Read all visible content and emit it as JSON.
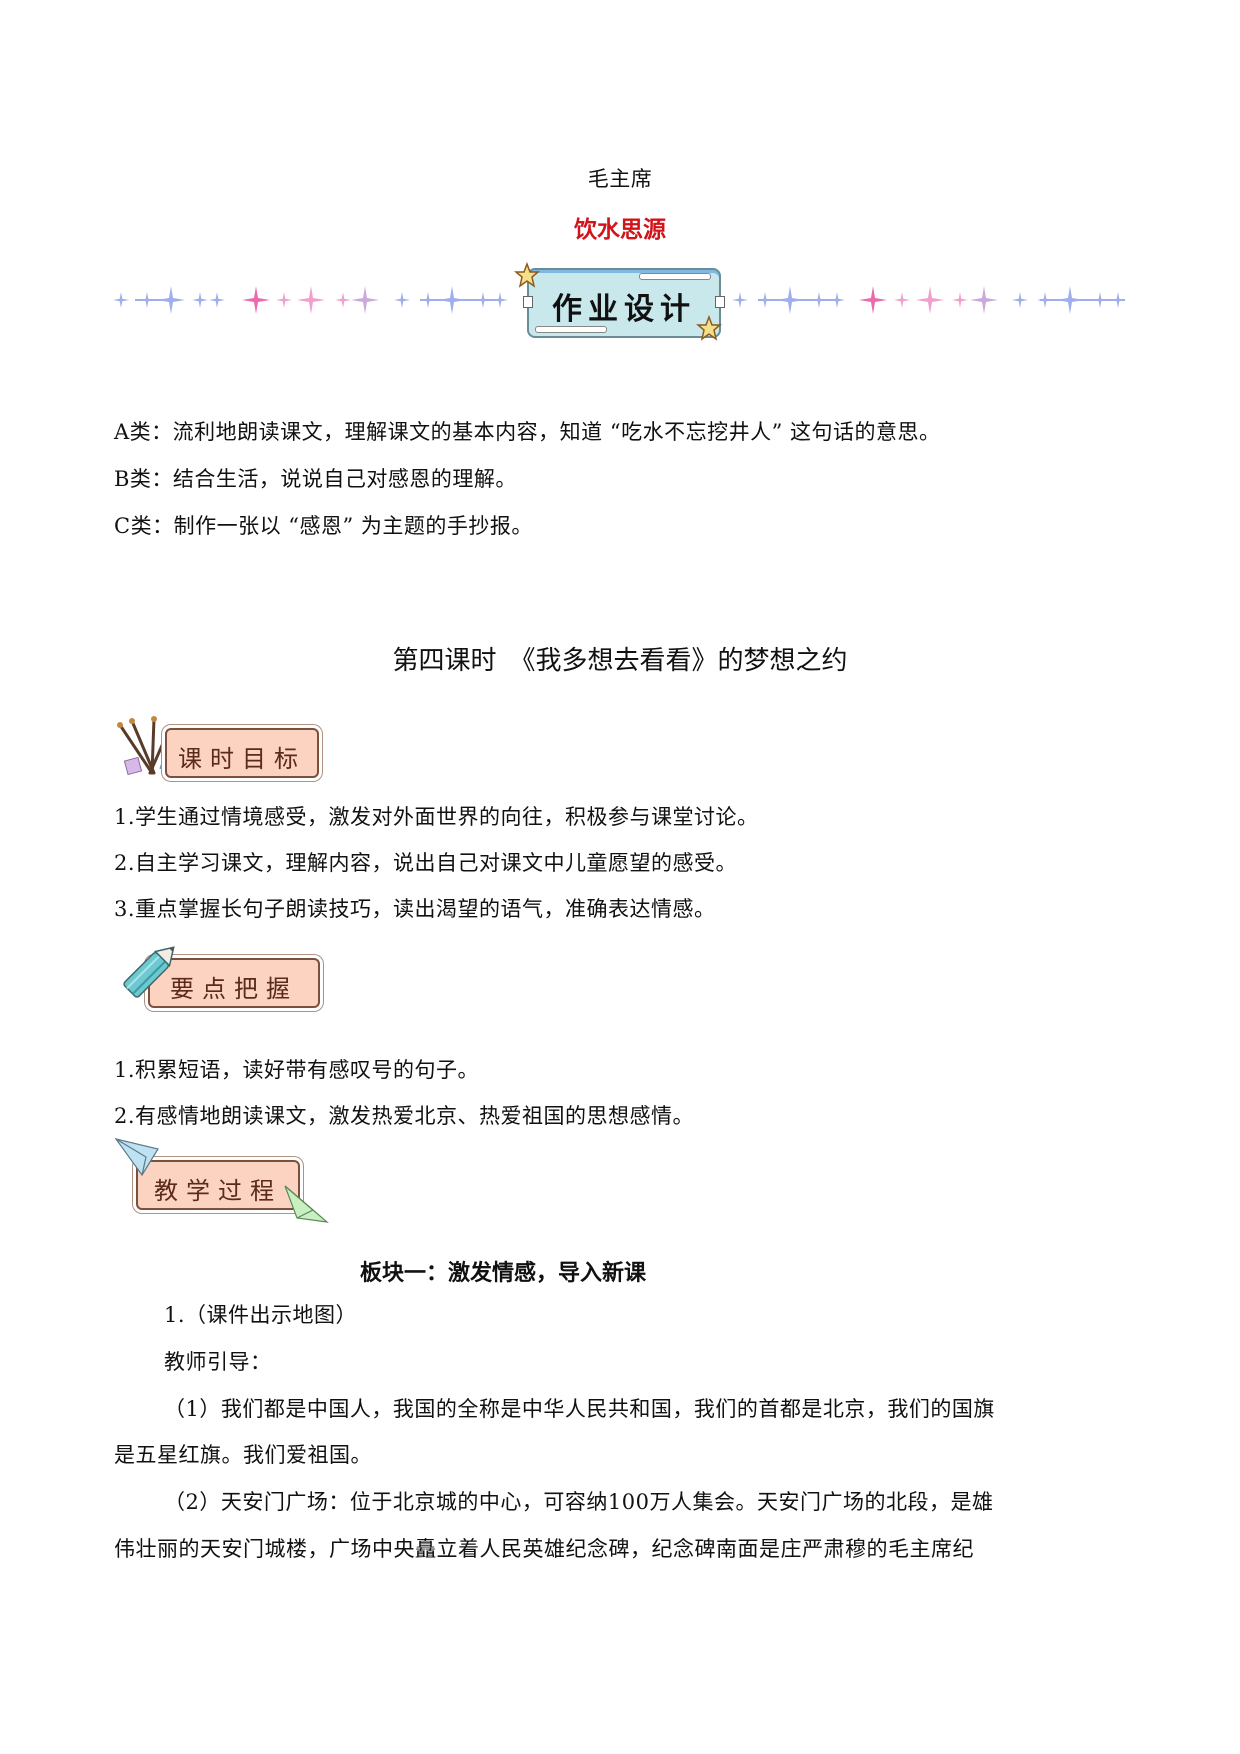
{
  "quote": {
    "author": "毛主席",
    "text": "饮水思源",
    "text_color": "#d0141a"
  },
  "homework_banner": {
    "label": "作业设计",
    "sparkle_colors": [
      "#8fa0ea",
      "#e8509e",
      "#ef8fc4",
      "#c49ad8"
    ]
  },
  "homework": [
    "A类：流利地朗读课文，理解课文的基本内容，知道 “吃水不忘挖井人” 这句话的意思。",
    "B类：结合生活，说说自己对感恩的理解。",
    "C类：制作一张以 “感恩” 为主题的手抄报。"
  ],
  "lesson": {
    "title": "第四课时　《我多想去看看》的梦想之约"
  },
  "objectives": {
    "badge": "课时目标",
    "items": [
      "1.学生通过情境感受，激发对外面世界的向往，积极参与课堂讨论。",
      "2.自主学习课文，理解内容，说出自己对课文中儿童愿望的感受。",
      "3.重点掌握长句子朗读技巧，读出渴望的语气，准确表达情感。"
    ]
  },
  "key_points": {
    "badge": "要点把握",
    "items": [
      "1.积累短语，读好带有感叹号的句子。",
      "2.有感情地朗读课文，激发热爱北京、热爱祖国的思想感情。"
    ]
  },
  "process": {
    "badge": "教学过程",
    "block_title": "板块一：激发情感，导入新课",
    "step1": "1.（课件出示地图）",
    "guide": "教师引导：",
    "para1_line1": "（1）我们都是中国人，我国的全称是中华人民共和国，我们的首都是北京，我们的国旗",
    "para1_line2": "是五星红旗。我们爱祖国。",
    "para2_line1": "（2）天安门广场：位于北京城的中心，可容纳100万人集会。天安门广场的北段，是雄",
    "para2_line2": "伟壮丽的天安门城楼，广场中央矗立着人民英雄纪念碑，纪念碑南面是庄严肃穆的毛主席纪"
  }
}
